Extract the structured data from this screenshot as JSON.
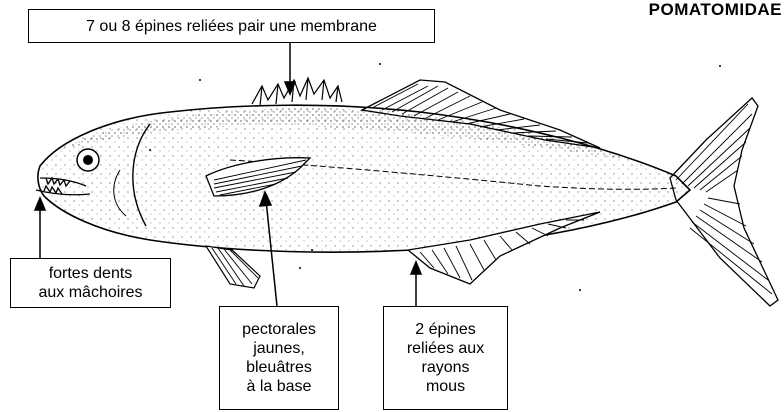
{
  "title": "POMATOMIDAE",
  "labels": {
    "dorsal_spines": "7 ou 8 épines reliées pair une membrane",
    "teeth": "fortes dents\naux mâchoires",
    "pectoral": "pectorales\njaunes,\nbleuâtres\nà la base",
    "anal_fin": "2 épines\nreliées aux\nrayons\nmous"
  },
  "colors": {
    "ink": "#000000",
    "background": "#ffffff"
  }
}
